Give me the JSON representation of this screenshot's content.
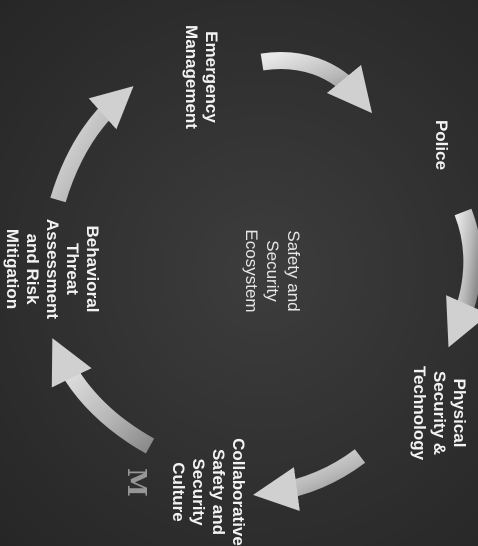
{
  "diagram": {
    "center": "Safety and\nSecurity\nEcosystem",
    "nodes": [
      {
        "id": "emergency",
        "label": "Emergency\nManagement"
      },
      {
        "id": "police",
        "label": "Police"
      },
      {
        "id": "physical",
        "label": "Physical\nSecurity &\nTechnology"
      },
      {
        "id": "collaborative",
        "label": "Collaborative\nSafety and\nSecurity\nCulture"
      },
      {
        "id": "behavioral",
        "label": "Behavioral\nThreat\nAssessment\nand Risk\nMitigation"
      }
    ],
    "arrow_color": "#c8c8c8",
    "background": "#303030"
  }
}
